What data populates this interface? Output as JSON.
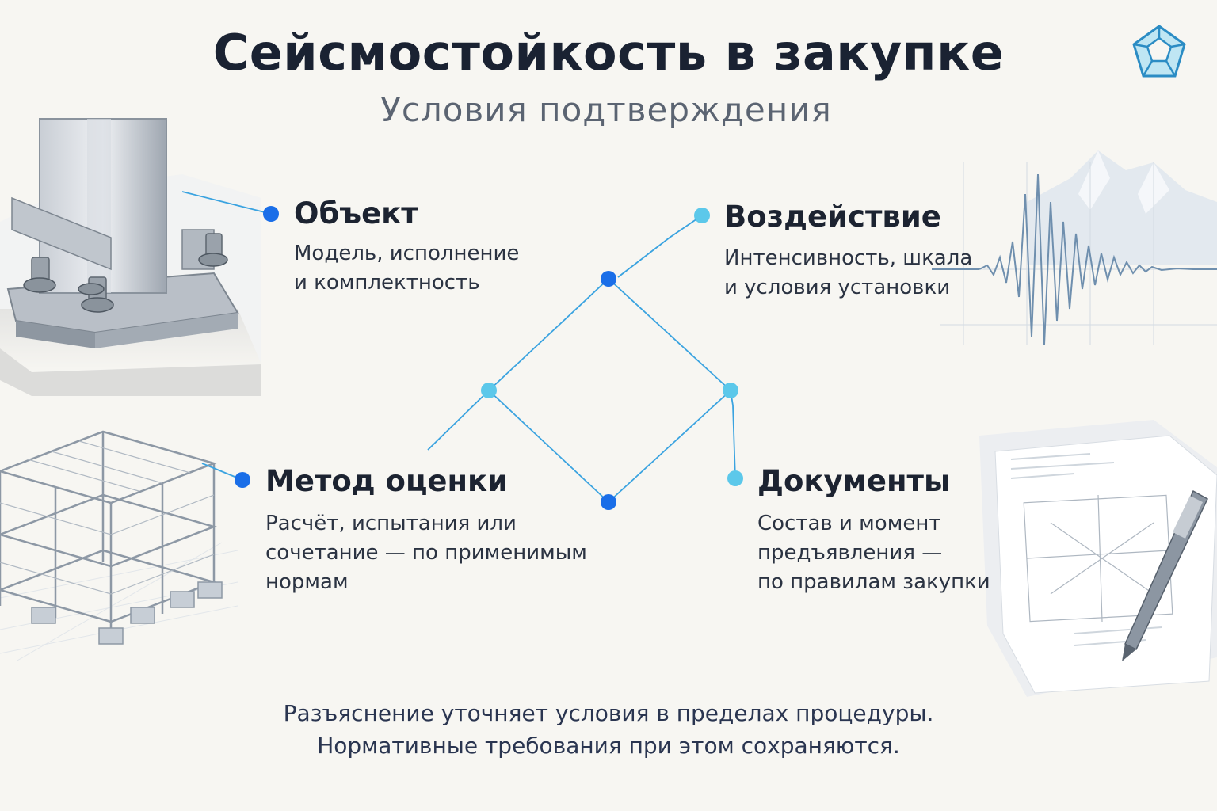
{
  "header": {
    "title": "Сейсмостойкость в закупке",
    "subtitle": "Условия подтверждения"
  },
  "sections": {
    "object": {
      "heading": "Объект",
      "lines": [
        "Модель, исполнение",
        "и комплектность"
      ]
    },
    "impact": {
      "heading": "Воздействие",
      "lines": [
        "Интенсивность, шкала",
        "и условия установки"
      ]
    },
    "method": {
      "heading": "Метод оценки",
      "lines": [
        "Расчёт, испытания или",
        "сочетание — по применимым",
        "нормам"
      ]
    },
    "documents": {
      "heading": "Документы",
      "lines": [
        "Состав и момент",
        "предъявления —",
        "по правилам закупки"
      ]
    }
  },
  "footer": {
    "line1": "Разъяснение уточняет условия в пределах процедуры.",
    "line2": "Нормативные требования при этом сохраняются."
  },
  "icons": {
    "logo": "pentagon-logo-icon",
    "illustrations": [
      "steel-column-base",
      "seismogram-mountains",
      "steel-frame-structure",
      "documents-pen"
    ]
  },
  "colors": {
    "accent_blue": "#1a6ee8",
    "accent_cyan": "#5cc8ea",
    "line": "#3aa3e0",
    "title": "#1a2232",
    "subtitle": "#5b6472"
  }
}
